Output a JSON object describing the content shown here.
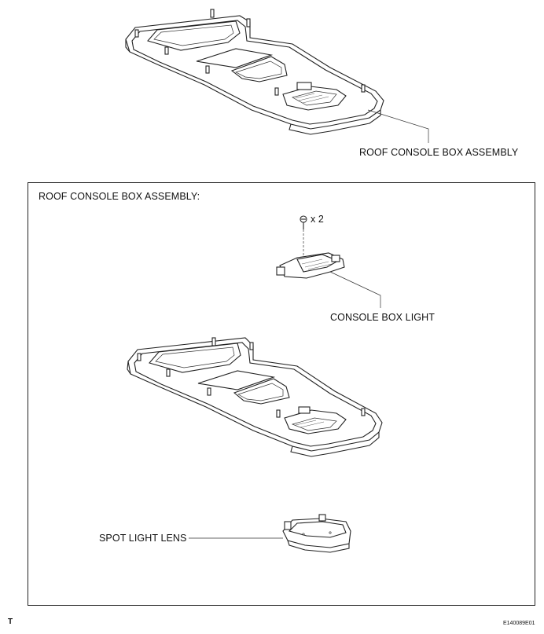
{
  "labels": {
    "roof_console_top": "ROOF CONSOLE BOX ASSEMBLY",
    "frame_title": "ROOF CONSOLE BOX ASSEMBLY:",
    "screw_count": "x 2",
    "console_box_light": "CONSOLE BOX LIGHT",
    "spot_light_lens": "SPOT LIGHT LENS",
    "corner_mark": "T",
    "figure_id": "E140089E01"
  }
}
